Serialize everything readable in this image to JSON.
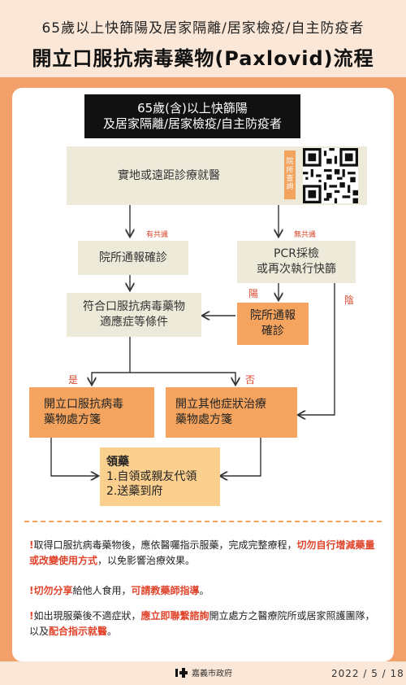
{
  "header": {
    "subtitle": "65歲以上快篩陽及居家隔離/居家檢疫/自主防疫者",
    "title": "開立口服抗病毒藥物(Paxlovid)流程"
  },
  "flow": {
    "start_line1": "65歲(含)以上快篩陽",
    "start_line2": "及居家隔離/居家檢疫/自主防疫者",
    "visit": "實地或遠距診療就醫",
    "qr_tag": [
      "院",
      "所",
      "查",
      "詢"
    ],
    "consensus_yes": "有共識",
    "consensus_no": "無共識",
    "report_confirm": "院所通報確診",
    "pcr_line1": "PCR採檢",
    "pcr_line2": "或再次執行快篩",
    "positive": "陽",
    "negative": "陰",
    "report_confirm2_line1": "院所通報",
    "report_confirm2_line2": "確診",
    "criteria_line1": "符合口服抗病毒藥物",
    "criteria_line2": "適應症等條件",
    "yes": "是",
    "no": "否",
    "prescribe_antiviral_line1": "開立口服抗病毒",
    "prescribe_antiviral_line2": "藥物處方箋",
    "prescribe_other_line1": "開立其他症狀治療",
    "prescribe_other_line2": "藥物處方箋",
    "pickup_title": "領藥",
    "pickup_1": "1.自領或親友代領",
    "pickup_2": "2.送藥到府"
  },
  "notes": [
    {
      "bang": "!",
      "pre": "取得口服抗病毒藥物後，應依醫囑指示服藥，完成完整療程，",
      "red": "切勿自行增減藥量或改變使用方式",
      "post": "，以免影響治療效果。"
    },
    {
      "bang": "!",
      "red1": "切勿分享",
      "mid": "給他人食用，",
      "red2": "可請教藥師指導",
      "post": "。"
    },
    {
      "bang": "!",
      "pre": "如出現服藥後不適症狀，",
      "red1": "應立即聯繫諮詢",
      "mid": "開立處方之醫療院所或居家照護團隊，以及",
      "red2": "配合指示就醫",
      "post": "。"
    }
  ],
  "footer": {
    "org": "嘉義市政府",
    "date": "2022 / 5 / 18"
  },
  "colors": {
    "background": "#f4a06a",
    "accent_red": "#e0452c",
    "box_gray": "#eeeada",
    "box_orange": "#f4a45e",
    "box_light_orange": "#fbcf8d"
  }
}
